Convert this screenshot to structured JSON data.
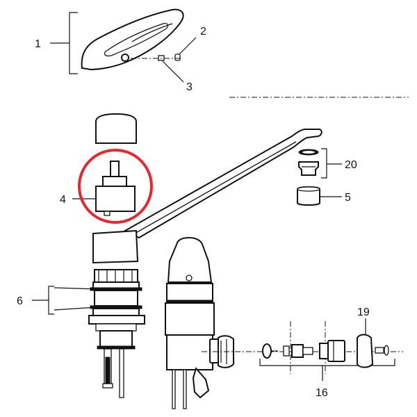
{
  "diagram": {
    "callouts": [
      {
        "id": "c1",
        "label": "1"
      },
      {
        "id": "c2",
        "label": "2"
      },
      {
        "id": "c3",
        "label": "3"
      },
      {
        "id": "c4",
        "label": "4"
      },
      {
        "id": "c5",
        "label": "5"
      },
      {
        "id": "c6",
        "label": "6"
      },
      {
        "id": "c16",
        "label": "16"
      },
      {
        "id": "c19",
        "label": "19"
      },
      {
        "id": "c20",
        "label": "20"
      }
    ],
    "highlight": {
      "target_label": "4",
      "color": "#e8262d"
    },
    "line_color": "#111111",
    "background": "#ffffff"
  }
}
